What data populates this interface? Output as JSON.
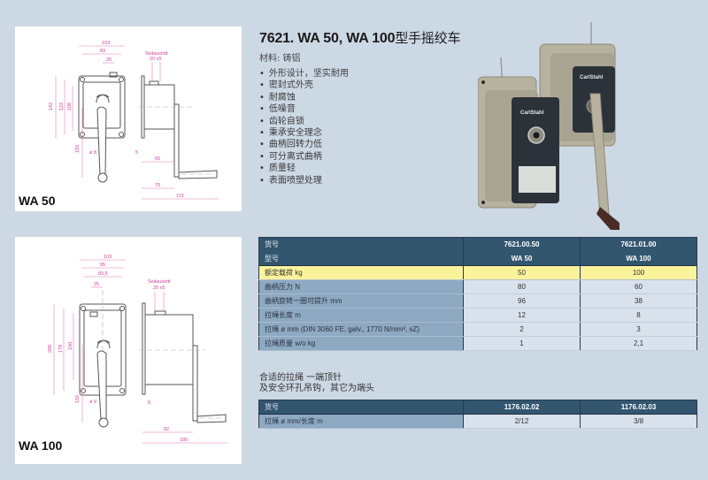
{
  "product": {
    "title_latin": "7621. WA 50, WA 100",
    "title_cn": "型手摇绞车",
    "material": "材料: 铸铝",
    "features": [
      "外形设计，坚实耐用",
      "密封式外壳",
      "耐腐蚀",
      "低噪音",
      "齿轮自锁",
      "秉承安全理念",
      "曲柄回转力低",
      "可分离式曲柄",
      "质量轻",
      "表面喷塑处理"
    ]
  },
  "photo": {
    "brand_label": "CarlStahl",
    "description": "Two hand winches (WA 50 and WA 100) with crank handle"
  },
  "drawings": [
    {
      "label": "WA 50",
      "dimensions": {
        "width_overall": "103",
        "hole_spacing_h": "83",
        "rope_offset": "25",
        "height_overall": "142",
        "hole_spacing_v": "122",
        "inner_height": "100",
        "crank_radius": "155",
        "hole_dia": "ø 8",
        "rope_exit_label": "Seilaustritt",
        "rope_exit": "20 x5",
        "flange": "5",
        "body_depth": "65",
        "crank_depth": "70",
        "total_depth": "115"
      }
    },
    {
      "label": "WA 100",
      "dimensions": {
        "width_overall": "103",
        "width_inner": "95",
        "hole_spacing_h": "83,5",
        "rope_offset": "25",
        "height_overall": "200",
        "hole_spacing_v": "178",
        "inner_height": "150",
        "crank_radius": "155",
        "hole_dia": "ø 9",
        "rope_exit_label": "Seilaustritt",
        "rope_exit": "20 x5",
        "flange": "5",
        "body_depth": "82",
        "total_depth": "180"
      }
    }
  ],
  "spec_table": {
    "header_rows": [
      {
        "label": "货号",
        "values": [
          "7621.00.50",
          "7621.01.00"
        ]
      },
      {
        "label": "型号",
        "values": [
          "WA 50",
          "WA 100"
        ]
      }
    ],
    "highlight_row": {
      "label": "额定载荷 kg",
      "values": [
        "50",
        "100"
      ]
    },
    "rows": [
      {
        "label": "曲柄压力  N",
        "values": [
          "80",
          "60"
        ]
      },
      {
        "label": "曲柄旋转一圈可提升 mm",
        "values": [
          "96",
          "38"
        ]
      },
      {
        "label": "拉绳长度 m",
        "values": [
          "12",
          "8"
        ]
      },
      {
        "label": "拉绳  ø  mm (DIN 3060 FE, galv., 1770 N/mm², sZ)",
        "values": [
          "2",
          "3"
        ]
      },
      {
        "label": "拉绳质量 w/o  kg",
        "values": [
          "1",
          "2,1"
        ]
      }
    ]
  },
  "rope_section": {
    "note_line1": "合适的拉绳 一端顶针",
    "note_line2": "及安全环孔吊钩，其它为端头",
    "header": {
      "label": "货号",
      "values": [
        "1176.02.02",
        "1176.02.03"
      ]
    },
    "row": {
      "label": "拉绳 ø  mm/长度  m",
      "values": [
        "2/12",
        "3/8"
      ]
    }
  },
  "colors": {
    "page_bg": "#cdd8e5",
    "header_bg": "#33566f",
    "highlight_bg": "#fbf39b",
    "label_col_bg": "#8ea9c2",
    "value_col_bg": "#d8e1ec",
    "dimension_pink": "#d2409a"
  }
}
